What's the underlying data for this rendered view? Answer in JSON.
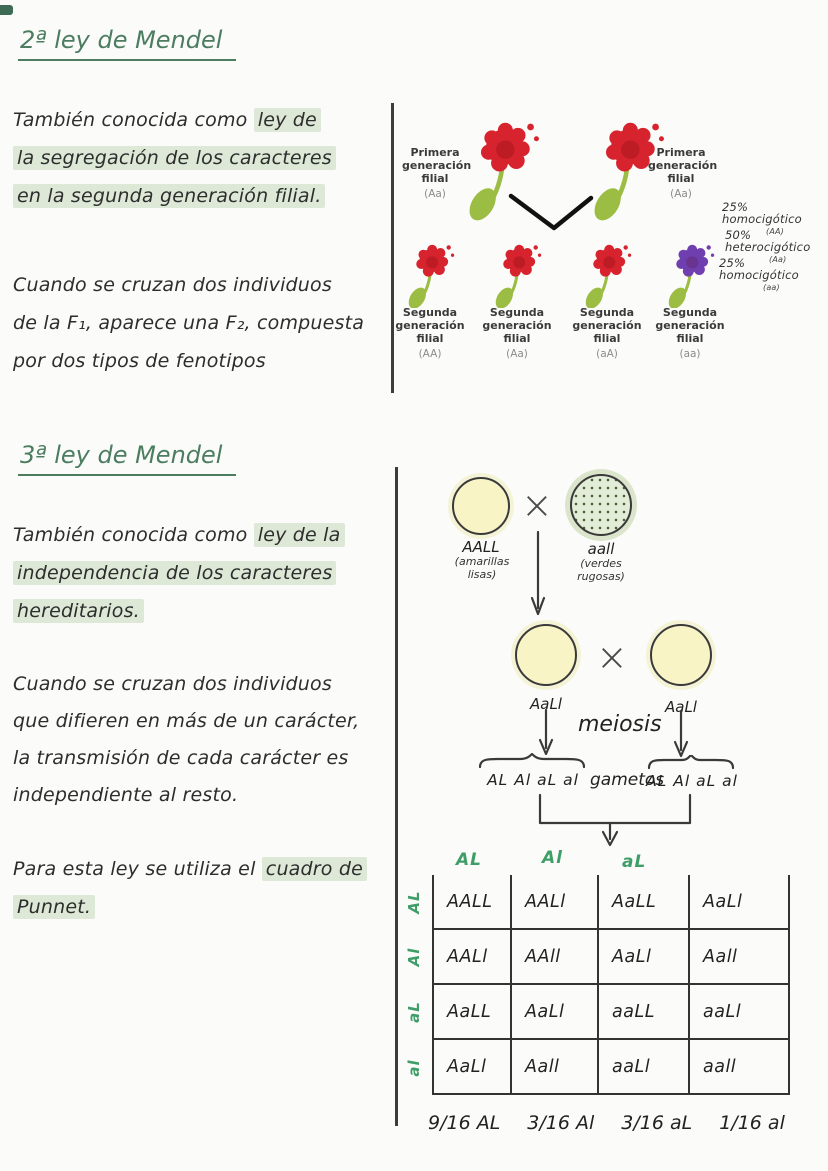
{
  "colors": {
    "title_green": "#4c7d60",
    "highlight_green": "#dde8d7",
    "punnett_header_green": "#3f9e68",
    "flower_red": "#d6232e",
    "flower_purple": "#6f3fb0",
    "leaf_green": "#9cbd44",
    "seed_yellow": "#f8f4c6",
    "seed_green": "#e3ecd6",
    "ink": "#2e2e2e"
  },
  "law2": {
    "title": "2ª ley de Mendel",
    "p1": {
      "l1_plain": "También conocida como ",
      "l1_hl": "ley de",
      "l2_hl": "la segregación de los caracteres",
      "l3_hl": "en la segunda generación filial."
    },
    "p2": {
      "l1": "Cuando se cruzan dos individuos",
      "l2": "de la F₁, aparece una F₂, compuesta",
      "l3": "por dos tipos de fenotipos"
    },
    "diagram": {
      "parent_label_1": "Primera",
      "parent_label_2": "generación",
      "parent_label_3": "filial",
      "parent_genotype": "(Aa)",
      "child_label_1": "Segunda",
      "child_label_2": "generación",
      "child_label_3": "filial",
      "child_genotypes": [
        "(AA)",
        "(Aa)",
        "(aA)",
        "(aa)"
      ],
      "annotations": [
        {
          "text": "25% homocigótico",
          "sub": "(AA)"
        },
        {
          "text": "50% heterocigótico",
          "sub": "(Aa)"
        },
        {
          "text": "25% homocigótico",
          "sub": "(aa)"
        }
      ]
    }
  },
  "law3": {
    "title": "3ª ley de Mendel",
    "p1": {
      "l1_plain": "También conocida como ",
      "l1_hl": "ley de la",
      "l2_hl": "independencia de los caracteres",
      "l3_hl": "hereditarios."
    },
    "p2": {
      "l1": "Cuando se cruzan dos individuos",
      "l2": "que difieren en más de un carácter,",
      "l3": "la transmisión de cada carácter es",
      "l4": "independiente al resto."
    },
    "p3": {
      "l1_plain": "Para esta ley se utiliza el ",
      "l1_hl": "cuadro de",
      "l2_hl": "Punnet."
    },
    "cross": {
      "x_symbol": "×",
      "p_left_genotype": "AALL",
      "p_left_pheno1": "(amarillas",
      "p_left_pheno2": "lisas)",
      "p_right_genotype": "aall",
      "p_right_pheno1": "(verdes",
      "p_right_pheno2": "rugosas)",
      "f1_left": "AaLl",
      "f1_right": "AaLl",
      "meiosis": "meiosis",
      "gametes_left": "AL Al aL al",
      "gametes_word": "gametos",
      "gametes_right": "AL Al aL al"
    },
    "punnett": {
      "col_headers": [
        "AL",
        "Al",
        "aL"
      ],
      "row_headers": [
        "AL",
        "Al",
        "aL",
        "al"
      ],
      "rows": [
        [
          "AALL",
          "AALl",
          "AaLL",
          "AaLl"
        ],
        [
          "AALl",
          "AAll",
          "AaLl",
          "Aall"
        ],
        [
          "AaLL",
          "AaLl",
          "aaLL",
          "aaLl"
        ],
        [
          "AaLl",
          "Aall",
          "aaLl",
          "aall"
        ]
      ],
      "ratios": [
        "9/16 AL",
        "3/16 Al",
        "3/16 aL",
        "1/16 al"
      ]
    }
  }
}
